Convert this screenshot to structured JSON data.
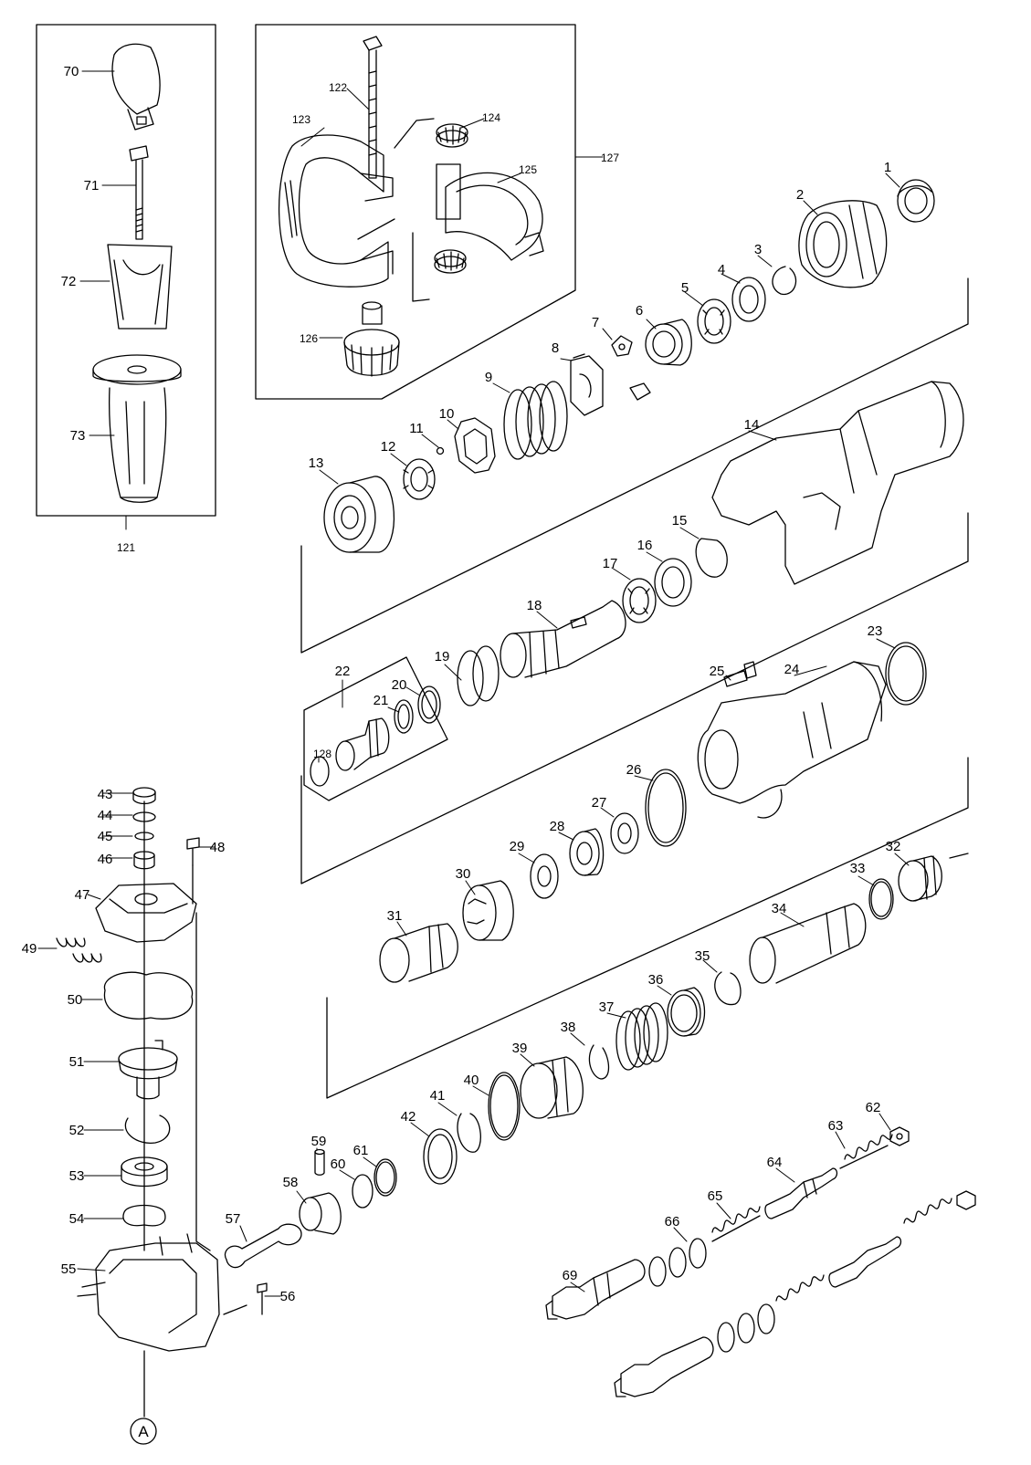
{
  "diagram": {
    "labels": [
      "1",
      "2",
      "3",
      "4",
      "5",
      "6",
      "7",
      "8",
      "9",
      "10",
      "11",
      "12",
      "13",
      "14",
      "15",
      "16",
      "17",
      "18",
      "19",
      "20",
      "21",
      "22",
      "23",
      "24",
      "25",
      "26",
      "27",
      "28",
      "29",
      "30",
      "31",
      "32",
      "33",
      "34",
      "35",
      "36",
      "37",
      "38",
      "39",
      "40",
      "41",
      "42",
      "43",
      "44",
      "45",
      "46",
      "47",
      "48",
      "49",
      "50",
      "51",
      "52",
      "53",
      "54",
      "55",
      "56",
      "57",
      "58",
      "59",
      "60",
      "61",
      "62",
      "63",
      "64",
      "65",
      "66",
      "69",
      "70",
      "71",
      "72",
      "73",
      "121",
      "122",
      "123",
      "124",
      "125",
      "126",
      "127",
      "128"
    ],
    "circle_marker": "A"
  }
}
